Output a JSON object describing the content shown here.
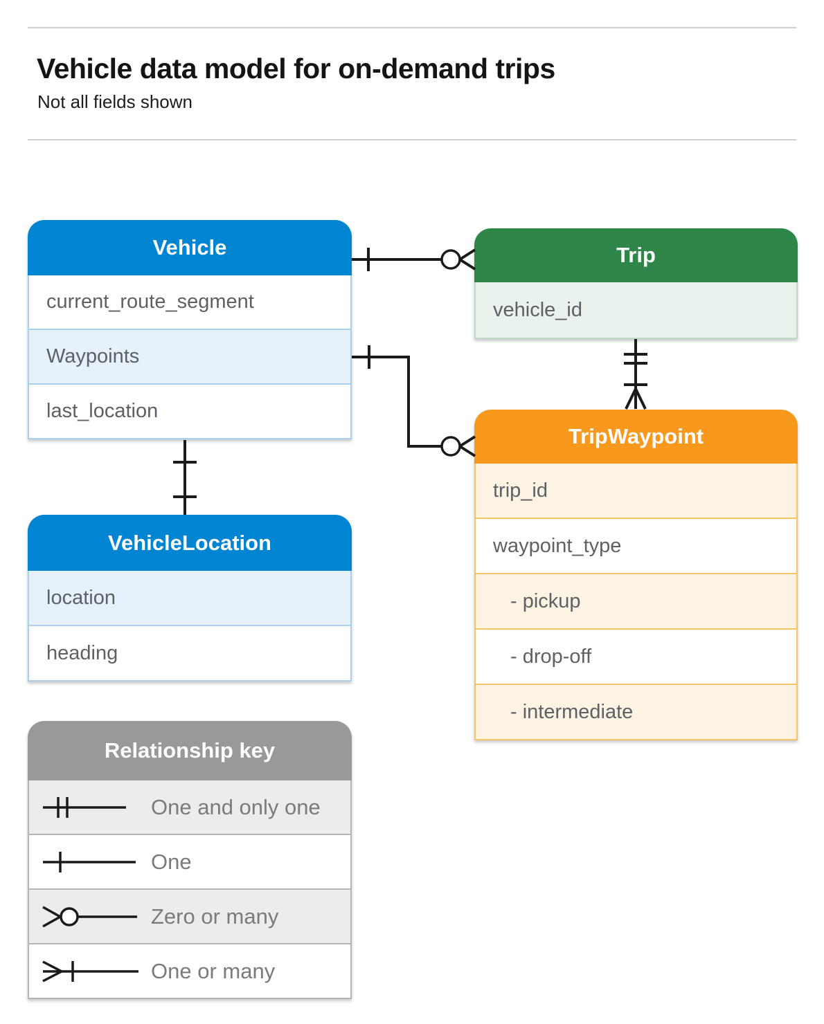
{
  "page": {
    "title": "Vehicle data model for on-demand trips",
    "subtitle": "Not all fields shown"
  },
  "entities": {
    "vehicle": {
      "title": "Vehicle",
      "fields": [
        {
          "label": "current_route_segment"
        },
        {
          "label": "Waypoints"
        },
        {
          "label": "last_location"
        }
      ]
    },
    "trip": {
      "title": "Trip",
      "fields": [
        {
          "label": "vehicle_id"
        }
      ]
    },
    "trip_waypoint": {
      "title": "TripWaypoint",
      "fields": [
        {
          "label": "trip_id"
        },
        {
          "label": "waypoint_type"
        },
        {
          "label": "- pickup"
        },
        {
          "label": "- drop-off"
        },
        {
          "label": "- intermediate"
        }
      ]
    },
    "vehicle_location": {
      "title": "VehicleLocation",
      "fields": [
        {
          "label": "location"
        },
        {
          "label": "heading"
        }
      ]
    }
  },
  "relationship_key": {
    "title": "Relationship key",
    "items": [
      {
        "label": "One and only one",
        "symbol": "one-and-only-one"
      },
      {
        "label": "One",
        "symbol": "one"
      },
      {
        "label": "Zero or many",
        "symbol": "zero-or-many"
      },
      {
        "label": "One or many",
        "symbol": "one-or-many"
      }
    ]
  },
  "connectors": [
    {
      "from": "Vehicle",
      "to": "Trip",
      "from_end": "one",
      "to_end": "zero-or-many"
    },
    {
      "from": "Vehicle.Waypoints",
      "to": "TripWaypoint",
      "from_end": "one",
      "to_end": "zero-or-many"
    },
    {
      "from": "Trip",
      "to": "TripWaypoint",
      "from_end": "one-and-only-one",
      "to_end": "one-or-many"
    },
    {
      "from": "Vehicle",
      "to": "VehicleLocation",
      "from_end": "one",
      "to_end": "one"
    }
  ],
  "colors": {
    "vehicle_blue": "#0184d2",
    "trip_green": "#2e8749",
    "waypoint_orange": "#f8991d",
    "key_gray": "#999999",
    "line_black": "#1a1a1a"
  }
}
